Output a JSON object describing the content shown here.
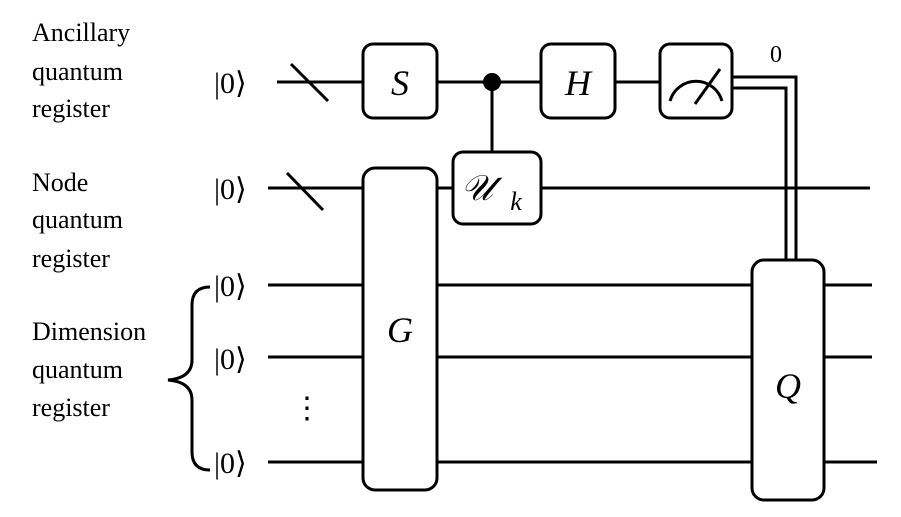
{
  "registers": {
    "ancillary": [
      "Ancillary",
      "quantum",
      "register"
    ],
    "node": [
      "Node",
      "quantum",
      "register"
    ],
    "dimension": [
      "Dimension",
      "quantum",
      "register"
    ]
  },
  "kets": {
    "ancillary": "|0⟩",
    "node": "|0⟩",
    "dim1": "|0⟩",
    "dim2": "|0⟩",
    "dim3": "|0⟩"
  },
  "vdots": "⋮",
  "gates": {
    "S": "S",
    "U": "𝒰",
    "U_sub": "k",
    "H": "H",
    "G": "G",
    "Q": "Q"
  },
  "classical_output": "0"
}
